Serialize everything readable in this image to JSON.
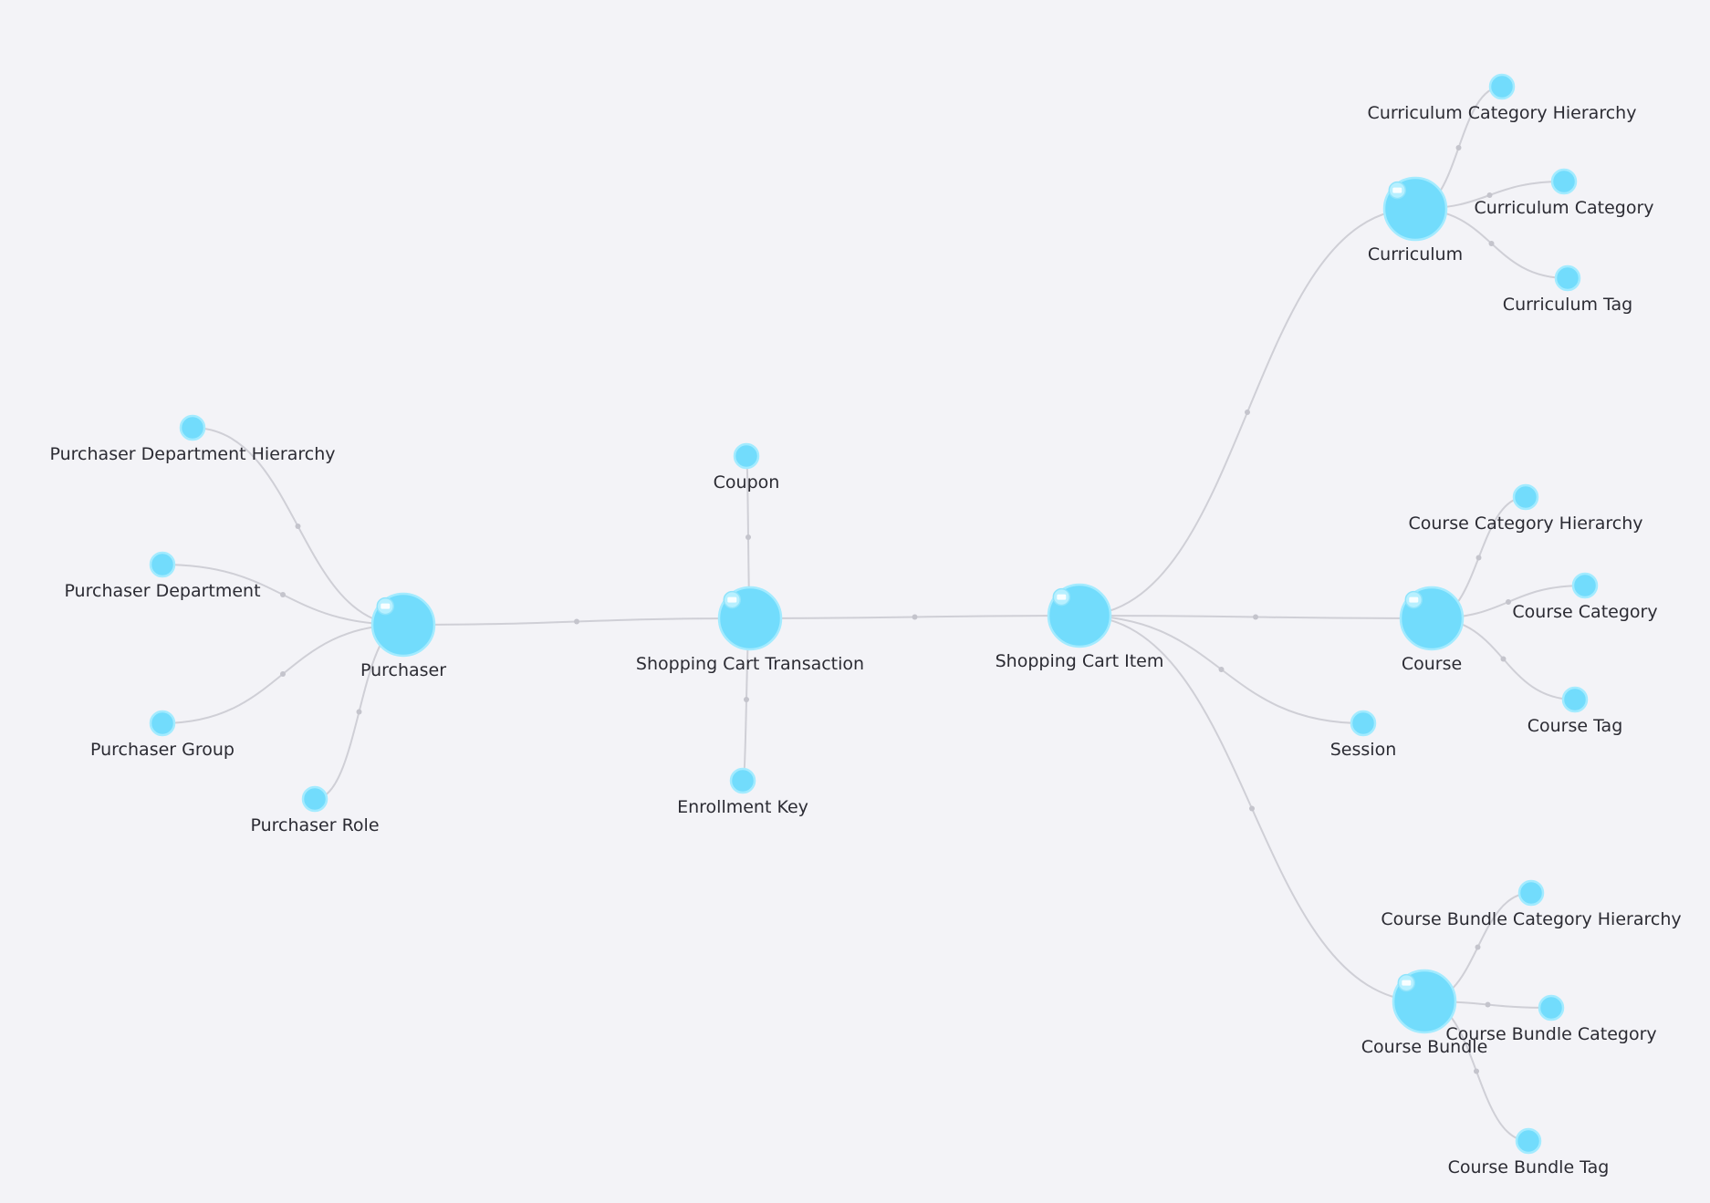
{
  "colors": {
    "background": "#f3f3f7",
    "node_fill": "#72dcfc",
    "node_stroke": "#a3ebff",
    "edge": "#cfcfd6",
    "label": "#2b2b33"
  },
  "nodes": [
    {
      "id": "purchaser",
      "label": "Purchaser",
      "hub": true
    },
    {
      "id": "purchaser-department-hierarchy",
      "label": "Purchaser Department Hierarchy"
    },
    {
      "id": "purchaser-department",
      "label": "Purchaser Department"
    },
    {
      "id": "purchaser-group",
      "label": "Purchaser Group"
    },
    {
      "id": "purchaser-role",
      "label": "Purchaser Role"
    },
    {
      "id": "shopping-cart-transaction",
      "label": "Shopping Cart Transaction",
      "hub": true
    },
    {
      "id": "coupon",
      "label": "Coupon"
    },
    {
      "id": "enrollment-key",
      "label": "Enrollment Key"
    },
    {
      "id": "shopping-cart-item",
      "label": "Shopping Cart Item",
      "hub": true
    },
    {
      "id": "session",
      "label": "Session"
    },
    {
      "id": "curriculum",
      "label": "Curriculum",
      "hub": true
    },
    {
      "id": "curriculum-category-hierarchy",
      "label": "Curriculum Category Hierarchy"
    },
    {
      "id": "curriculum-category",
      "label": "Curriculum Category"
    },
    {
      "id": "curriculum-tag",
      "label": "Curriculum Tag"
    },
    {
      "id": "course",
      "label": "Course",
      "hub": true
    },
    {
      "id": "course-category-hierarchy",
      "label": "Course Category Hierarchy"
    },
    {
      "id": "course-category",
      "label": "Course Category"
    },
    {
      "id": "course-tag",
      "label": "Course Tag"
    },
    {
      "id": "course-bundle",
      "label": "Course Bundle",
      "hub": true
    },
    {
      "id": "course-bundle-category-hierarchy",
      "label": "Course Bundle Category Hierarchy"
    },
    {
      "id": "course-bundle-category",
      "label": "Course Bundle Category"
    },
    {
      "id": "course-bundle-tag",
      "label": "Course Bundle Tag"
    }
  ],
  "edges": [
    {
      "from": "purchaser",
      "to": "purchaser-department-hierarchy"
    },
    {
      "from": "purchaser",
      "to": "purchaser-department"
    },
    {
      "from": "purchaser",
      "to": "purchaser-group"
    },
    {
      "from": "purchaser",
      "to": "purchaser-role"
    },
    {
      "from": "purchaser",
      "to": "shopping-cart-transaction"
    },
    {
      "from": "shopping-cart-transaction",
      "to": "coupon"
    },
    {
      "from": "shopping-cart-transaction",
      "to": "enrollment-key"
    },
    {
      "from": "shopping-cart-transaction",
      "to": "shopping-cart-item"
    },
    {
      "from": "shopping-cart-item",
      "to": "curriculum"
    },
    {
      "from": "shopping-cart-item",
      "to": "course"
    },
    {
      "from": "shopping-cart-item",
      "to": "session"
    },
    {
      "from": "shopping-cart-item",
      "to": "course-bundle"
    },
    {
      "from": "curriculum",
      "to": "curriculum-category-hierarchy"
    },
    {
      "from": "curriculum",
      "to": "curriculum-category"
    },
    {
      "from": "curriculum",
      "to": "curriculum-tag"
    },
    {
      "from": "course",
      "to": "course-category-hierarchy"
    },
    {
      "from": "course",
      "to": "course-category"
    },
    {
      "from": "course",
      "to": "course-tag"
    },
    {
      "from": "course-bundle",
      "to": "course-bundle-category-hierarchy"
    },
    {
      "from": "course-bundle",
      "to": "course-bundle-category"
    },
    {
      "from": "course-bundle",
      "to": "course-bundle-tag"
    }
  ]
}
